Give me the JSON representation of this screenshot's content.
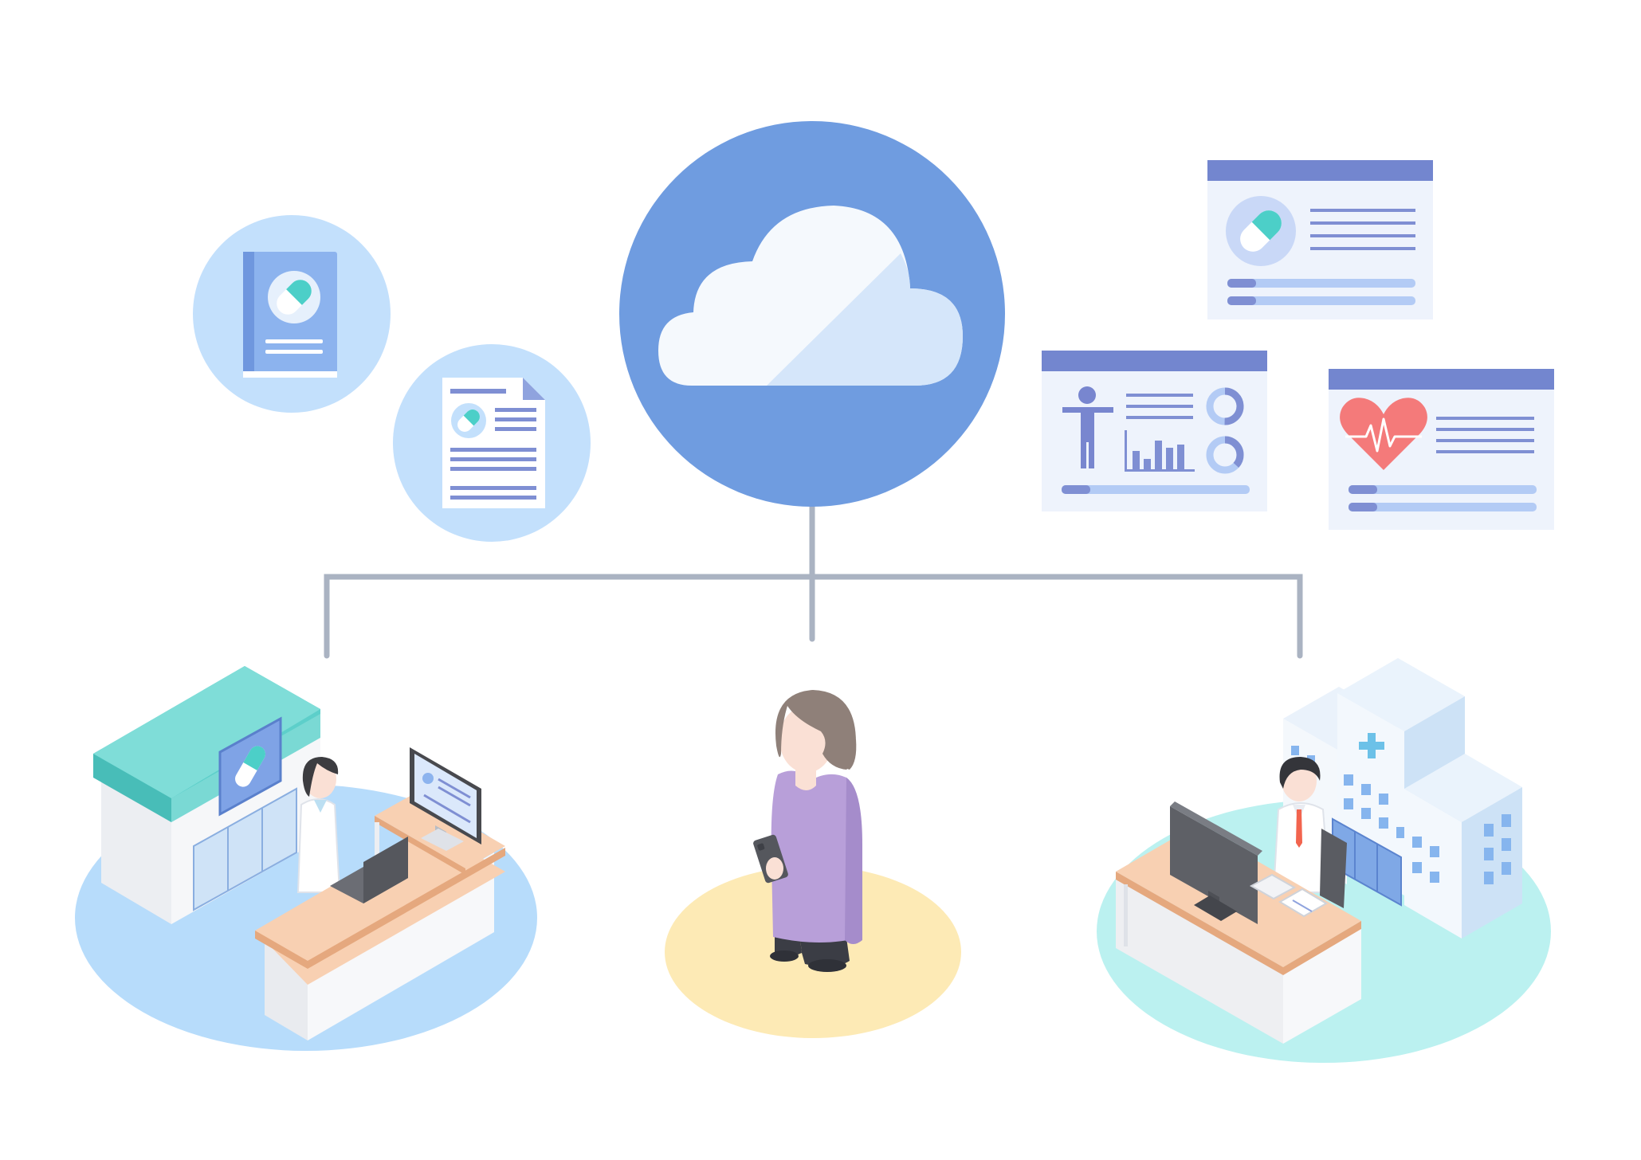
{
  "colors": {
    "background": "#ffffff",
    "cloud_circle": "#6f9ce0",
    "cloud_light": "#f5f9fd",
    "cloud_shadow": "#d5e6fa",
    "connector": "#aab3c2",
    "bubble_fill": "#c3e0fc",
    "card_header": "#7386cf",
    "card_body": "#eef3fc",
    "line_accent": "#7f8fd3",
    "bar_light": "#b3cbf5",
    "pharmacy_platform": "#b7dcfb",
    "patient_platform": "#fdeab5",
    "hospital_platform": "#bbf1f0",
    "pharmacy_roof": "#5dcfca",
    "desk_top": "#f8d0b2",
    "desk_edge": "#e5a87e",
    "patient_sweater": "#b89fd9",
    "patient_hair": "#8f8079",
    "skin": "#fae0d5",
    "heart": "#f47a7a",
    "capsule_teal": "#4ccfc8",
    "monitor_dark": "#5e6066"
  },
  "icons": [
    "cloud-icon",
    "medicine-handbook-icon",
    "prescription-document-icon",
    "capsule-icon",
    "body-figure-icon",
    "bar-chart-icon",
    "donut-chart-icon",
    "heart-pulse-icon",
    "hospital-cross-icon",
    "smartphone-icon",
    "laptop-icon",
    "monitor-icon"
  ],
  "scene": {
    "nodes": [
      "pharmacy-station",
      "patient",
      "hospital-station"
    ],
    "cards": [
      "medication-record-card",
      "body-metrics-card",
      "vital-signs-card"
    ]
  }
}
